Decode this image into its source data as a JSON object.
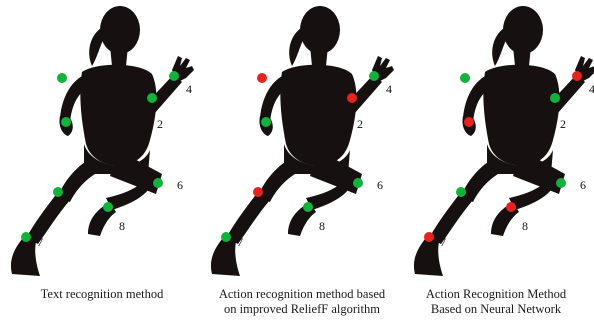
{
  "colors": {
    "silhouette": "#161010",
    "joint_correct": "#12b23c",
    "joint_wrong": "#e5231f",
    "caption_text": "#1a1a1a"
  },
  "panels": [
    {
      "caption": [
        "Text recognition method"
      ],
      "joints": [
        {
          "label": "",
          "status": "correct"
        },
        {
          "label": "",
          "status": "correct"
        },
        {
          "label": "4",
          "status": "correct"
        },
        {
          "label": "2",
          "status": "correct"
        },
        {
          "label": "6",
          "status": "correct"
        },
        {
          "label": "",
          "status": "correct"
        },
        {
          "label": "8",
          "status": "correct"
        },
        {
          "label": "7",
          "status": "correct"
        }
      ]
    },
    {
      "caption": [
        "Action recognition method based",
        "on improved ReliefF algorithm"
      ],
      "joints": [
        {
          "label": "",
          "status": "wrong"
        },
        {
          "label": "",
          "status": "correct"
        },
        {
          "label": "4",
          "status": "correct"
        },
        {
          "label": "2",
          "status": "wrong"
        },
        {
          "label": "6",
          "status": "correct"
        },
        {
          "label": "",
          "status": "wrong"
        },
        {
          "label": "8",
          "status": "correct"
        },
        {
          "label": "7",
          "status": "correct"
        }
      ]
    },
    {
      "caption": [
        "Action Recognition Method",
        "Based on Neural Network"
      ],
      "joints": [
        {
          "label": "",
          "status": "correct"
        },
        {
          "label": "",
          "status": "wrong"
        },
        {
          "label": "4",
          "status": "wrong"
        },
        {
          "label": "2",
          "status": "correct"
        },
        {
          "label": "6",
          "status": "correct"
        },
        {
          "label": "",
          "status": "correct"
        },
        {
          "label": "8",
          "status": "wrong"
        },
        {
          "label": "7",
          "status": "wrong"
        }
      ]
    }
  ]
}
